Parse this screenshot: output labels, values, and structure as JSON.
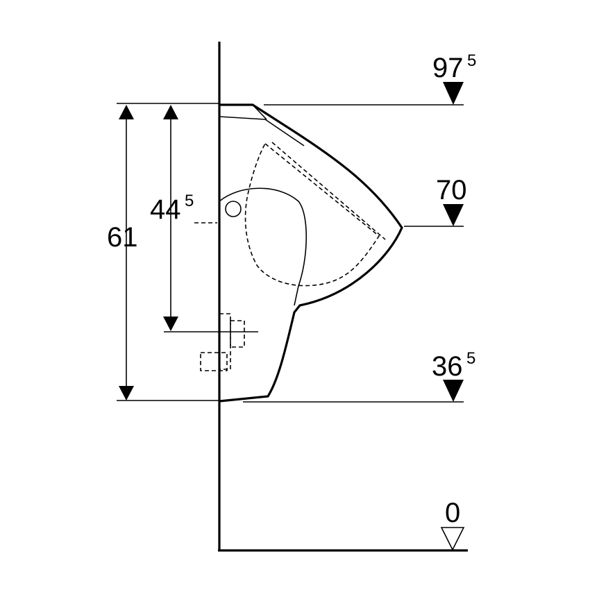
{
  "dimensions": {
    "overall_height": {
      "value": "61"
    },
    "outlet_height": {
      "main": "44",
      "sup": "5"
    },
    "level_top": {
      "main": "97",
      "sup": "5"
    },
    "level_rim": {
      "main": "70",
      "sup": ""
    },
    "level_bottom": {
      "main": "36",
      "sup": "5"
    },
    "level_floor": {
      "main": "0",
      "sup": ""
    }
  }
}
